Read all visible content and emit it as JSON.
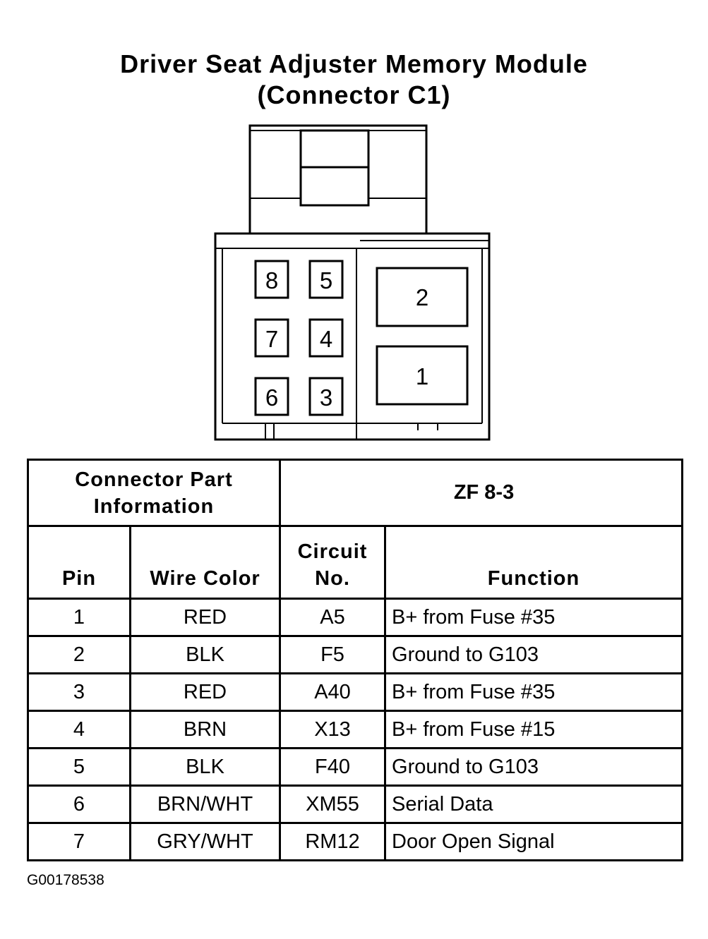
{
  "title": {
    "line1": "Driver Seat Adjuster Memory Module",
    "line2": "(Connector C1)"
  },
  "connector": {
    "pins": [
      "8",
      "5",
      "7",
      "4",
      "6",
      "3",
      "2",
      "1"
    ]
  },
  "part_info": {
    "label": "Connector Part Information",
    "value": "ZF 8-3"
  },
  "columns": {
    "pin": "Pin",
    "wire_color": "Wire Color",
    "circuit_line1": "Circuit",
    "circuit_line2": "No.",
    "function": "Function"
  },
  "rows": [
    {
      "pin": "1",
      "color": "RED",
      "circuit": "A5",
      "function": "B+ from Fuse #35"
    },
    {
      "pin": "2",
      "color": "BLK",
      "circuit": "F5",
      "function": "Ground to G103"
    },
    {
      "pin": "3",
      "color": "RED",
      "circuit": "A40",
      "function": "B+ from Fuse #35"
    },
    {
      "pin": "4",
      "color": "BRN",
      "circuit": "X13",
      "function": "B+ from Fuse #15"
    },
    {
      "pin": "5",
      "color": "BLK",
      "circuit": "F40",
      "function": "Ground to G103"
    },
    {
      "pin": "6",
      "color": "BRN/WHT",
      "circuit": "XM55",
      "function": "Serial Data"
    },
    {
      "pin": "7",
      "color": "GRY/WHT",
      "circuit": "RM12",
      "function": "Door Open Signal"
    }
  ],
  "figure_code": "G00178538"
}
